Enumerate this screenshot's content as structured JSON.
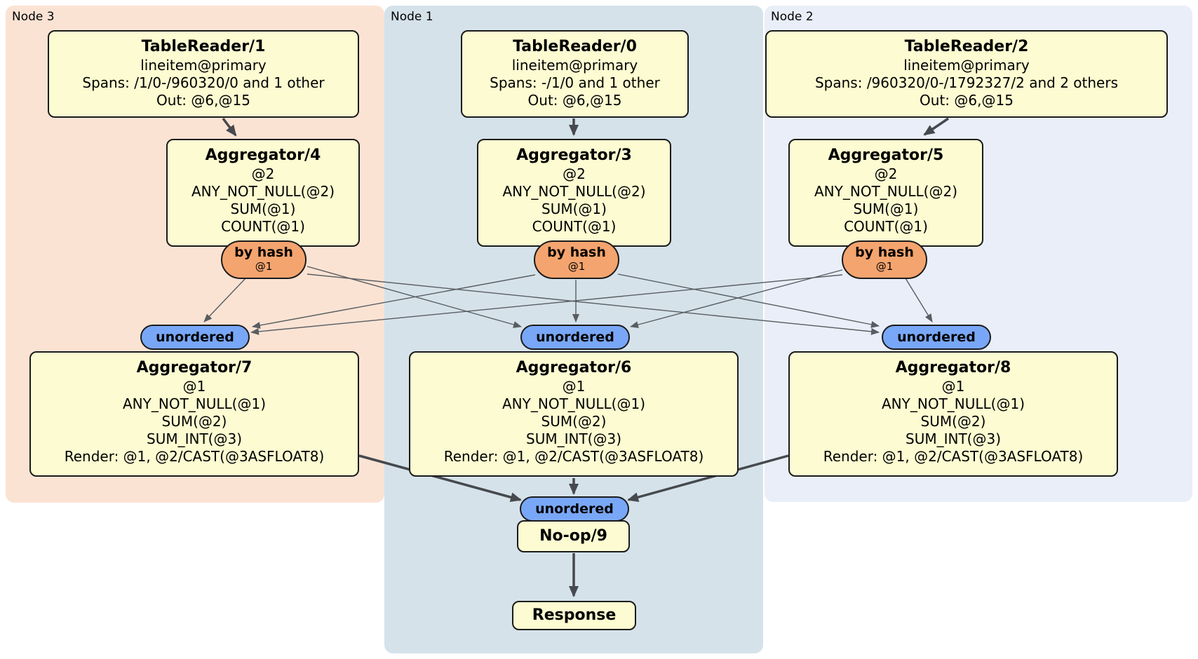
{
  "groups": [
    {
      "label": "Node 3"
    },
    {
      "label": "Node 1"
    },
    {
      "label": "Node 2"
    }
  ],
  "processors": {
    "tr1": {
      "title": "TableReader/1",
      "lines": [
        "lineitem@primary",
        "Spans: /1/0-/960320/0 and 1 other",
        "Out: @6,@15"
      ]
    },
    "tr0": {
      "title": "TableReader/0",
      "lines": [
        "lineitem@primary",
        "Spans: -/1/0 and 1 other",
        "Out: @6,@15"
      ]
    },
    "tr2": {
      "title": "TableReader/2",
      "lines": [
        "lineitem@primary",
        "Spans: /960320/0-/1792327/2 and 2 others",
        "Out: @6,@15"
      ]
    },
    "agg4": {
      "title": "Aggregator/4",
      "lines": [
        "@2",
        "ANY_NOT_NULL(@2)",
        "SUM(@1)",
        "COUNT(@1)"
      ]
    },
    "agg3": {
      "title": "Aggregator/3",
      "lines": [
        "@2",
        "ANY_NOT_NULL(@2)",
        "SUM(@1)",
        "COUNT(@1)"
      ]
    },
    "agg5": {
      "title": "Aggregator/5",
      "lines": [
        "@2",
        "ANY_NOT_NULL(@2)",
        "SUM(@1)",
        "COUNT(@1)"
      ]
    },
    "agg7": {
      "title": "Aggregator/7",
      "lines": [
        "@1",
        "ANY_NOT_NULL(@1)",
        "SUM(@2)",
        "SUM_INT(@3)",
        "Render: @1, @2/CAST(@3ASFLOAT8)"
      ]
    },
    "agg6": {
      "title": "Aggregator/6",
      "lines": [
        "@1",
        "ANY_NOT_NULL(@1)",
        "SUM(@2)",
        "SUM_INT(@3)",
        "Render: @1, @2/CAST(@3ASFLOAT8)"
      ]
    },
    "agg8": {
      "title": "Aggregator/8",
      "lines": [
        "@1",
        "ANY_NOT_NULL(@1)",
        "SUM(@2)",
        "SUM_INT(@3)",
        "Render: @1, @2/CAST(@3ASFLOAT8)"
      ]
    },
    "noop": {
      "title": "No-op/9"
    },
    "response": {
      "title": "Response"
    }
  },
  "routers": {
    "byhash": {
      "label": "by hash",
      "detail": "@1"
    },
    "unordered": {
      "label": "unordered"
    }
  },
  "edges": [
    {
      "from": "TableReader/1",
      "to": "Aggregator/4"
    },
    {
      "from": "TableReader/0",
      "to": "Aggregator/3"
    },
    {
      "from": "TableReader/2",
      "to": "Aggregator/5"
    },
    {
      "from": "by hash @1 (Aggregator/4)",
      "to": "unordered (Aggregator/7)"
    },
    {
      "from": "by hash @1 (Aggregator/4)",
      "to": "unordered (Aggregator/6)"
    },
    {
      "from": "by hash @1 (Aggregator/4)",
      "to": "unordered (Aggregator/8)"
    },
    {
      "from": "by hash @1 (Aggregator/3)",
      "to": "unordered (Aggregator/7)"
    },
    {
      "from": "by hash @1 (Aggregator/3)",
      "to": "unordered (Aggregator/6)"
    },
    {
      "from": "by hash @1 (Aggregator/3)",
      "to": "unordered (Aggregator/8)"
    },
    {
      "from": "by hash @1 (Aggregator/5)",
      "to": "unordered (Aggregator/7)"
    },
    {
      "from": "by hash @1 (Aggregator/5)",
      "to": "unordered (Aggregator/6)"
    },
    {
      "from": "by hash @1 (Aggregator/5)",
      "to": "unordered (Aggregator/8)"
    },
    {
      "from": "Aggregator/7",
      "to": "unordered (No-op/9)"
    },
    {
      "from": "Aggregator/6",
      "to": "unordered (No-op/9)"
    },
    {
      "from": "Aggregator/8",
      "to": "unordered (No-op/9)"
    },
    {
      "from": "No-op/9",
      "to": "Response"
    }
  ],
  "colors": {
    "node3_bg": "#fbe3d4",
    "node1_bg": "#d5e2ea",
    "node2_bg": "#e9eef8",
    "processor_fill": "#fcfbd1",
    "by_hash_fill": "#f4a46e",
    "unordered_fill": "#79a7f7",
    "border": "#1b1b1b",
    "edge_thin": "#595d61",
    "edge_thick": "#46494d"
  }
}
